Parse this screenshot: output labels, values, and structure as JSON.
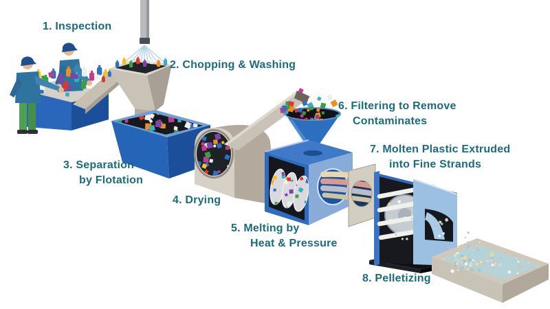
{
  "label_color": "#1a6b7e",
  "steps": [
    {
      "line1": "1. Inspection",
      "line2": ""
    },
    {
      "line1": "2. Chopping & Washing",
      "line2": ""
    },
    {
      "line1": "3. Separation",
      "line2": "by Flotation"
    },
    {
      "line1": "4. Drying",
      "line2": ""
    },
    {
      "line1": "5. Melting by",
      "line2": "Heat & Pressure"
    },
    {
      "line1": "6. Filtering to Remove",
      "line2": "Contaminates"
    },
    {
      "line1": "7. Molten Plastic Extruded",
      "line2": "into Fine Strands"
    },
    {
      "line1": "8. Pelletizing",
      "line2": ""
    }
  ],
  "illustration": {
    "machines": [
      "inspection-station",
      "wash-spray",
      "chopper-hopper",
      "flotation-tank",
      "drying-drum",
      "filter-funnel",
      "melting-extruder",
      "filter-plate",
      "pelletizer",
      "pellet-tray"
    ],
    "colors": {
      "machine_blue": "#2465b8",
      "machine_blue_dark": "#1b4f9a",
      "machine_tan": "#c2bbae",
      "panel_light_blue": "#9cc0e2",
      "interior_dark": "#15181d",
      "funnel_blue": "#2b6fbe",
      "pellet_bed_teal": "#b6d3d8"
    }
  }
}
